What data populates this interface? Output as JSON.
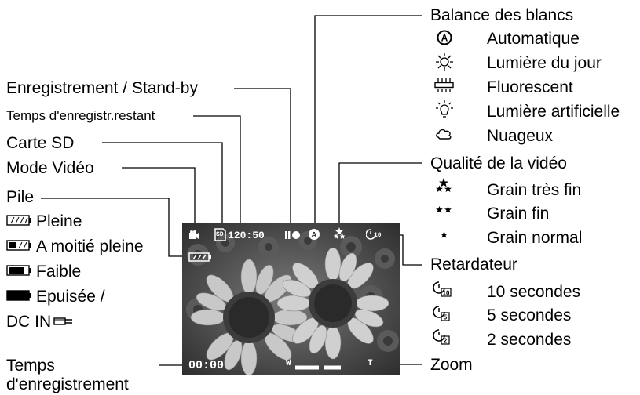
{
  "labels": {
    "rec_standby": "Enregistrement / Stand-by",
    "time_remaining": "Temps d'enregistr.restant",
    "sd_card": "Carte SD",
    "video_mode": "Mode Vidéo",
    "battery": "Pile",
    "battery_full": "Pleine",
    "battery_half": "A moitié pleine",
    "battery_low": "Faible",
    "battery_empty": "Epuisée /",
    "dc_in": "DC IN",
    "rec_time_1": "Temps",
    "rec_time_2": "d'enregistrement",
    "white_balance": "Balance des blancs",
    "wb_auto": "Automatique",
    "wb_daylight": "Lumière du jour",
    "wb_fluorescent": "Fluorescent",
    "wb_artificial": "Lumière artificielle",
    "wb_cloudy": "Nuageux",
    "video_quality": "Qualité de la vidéo",
    "q_superfine": "Grain très fin",
    "q_fine": "Grain fin",
    "q_normal": "Grain normal",
    "self_timer": "Retardateur",
    "t_10": "10 secondes",
    "t_5": "5 secondes",
    "t_2": "2 secondes",
    "zoom": "Zoom"
  },
  "screen": {
    "remaining_time": "120:50",
    "rec_time": "00:00",
    "zoom_w": "W",
    "zoom_t": "T",
    "sd_text": "SD",
    "timer_text": "10"
  },
  "icons": {
    "sd": "sd-card-icon",
    "mode": "video-camera-icon",
    "battery": "battery-icon",
    "record": "record-icon",
    "wb_auto": "auto-wb-icon",
    "quality": "quality-stars-icon",
    "timer": "self-timer-icon"
  }
}
